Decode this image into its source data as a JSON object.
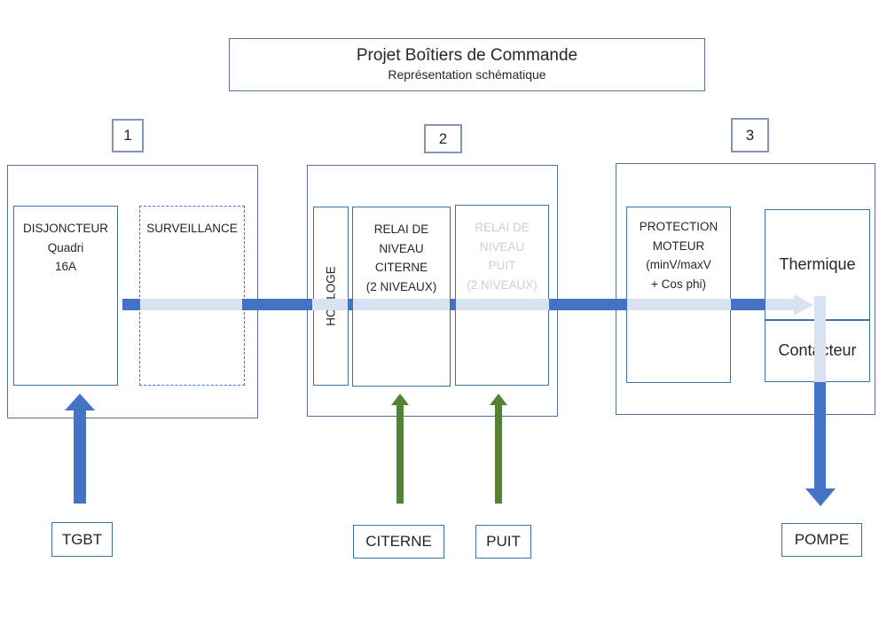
{
  "title": {
    "main": "Projet Boîtiers de Commande",
    "subtitle": "Représentation schématique"
  },
  "sections": [
    {
      "number": "1"
    },
    {
      "number": "2"
    },
    {
      "number": "3"
    }
  ],
  "blocks": {
    "disjoncteur": {
      "lines": [
        "DISJONCTEUR",
        "Quadri",
        "16A"
      ]
    },
    "surveillance": {
      "label": "SURVEILLANCE"
    },
    "horloge": {
      "label": "HORLOGE"
    },
    "relai_citerne": {
      "lines": [
        "RELAI DE",
        "NIVEAU",
        "CITERNE",
        "(2 NIVEAUX)"
      ]
    },
    "relai_puit": {
      "lines": [
        "RELAI DE",
        "NIVEAU",
        "PUIT",
        "(2 NIVEAUX)"
      ]
    },
    "protection_moteur": {
      "lines": [
        "PROTECTION",
        "MOTEUR",
        "(minV/maxV",
        "+ Cos phi)"
      ]
    },
    "thermique": {
      "label": "Thermique"
    },
    "contacteur": {
      "label": "Contacteur"
    }
  },
  "io_labels": {
    "tgbt": "TGBT",
    "citerne": "CITERNE",
    "puit": "PUIT",
    "pompe": "POMPE"
  },
  "colors": {
    "flow_dark_blue": "#4472C4",
    "flow_light_blue": "#D9E2F3",
    "input_green": "#548235",
    "inactive_text_gray": "#D0CECE",
    "inner_border_blue": "#41719C",
    "section_border_slate": "#5B7393",
    "number_border_gray_blue": "#8496B0"
  }
}
